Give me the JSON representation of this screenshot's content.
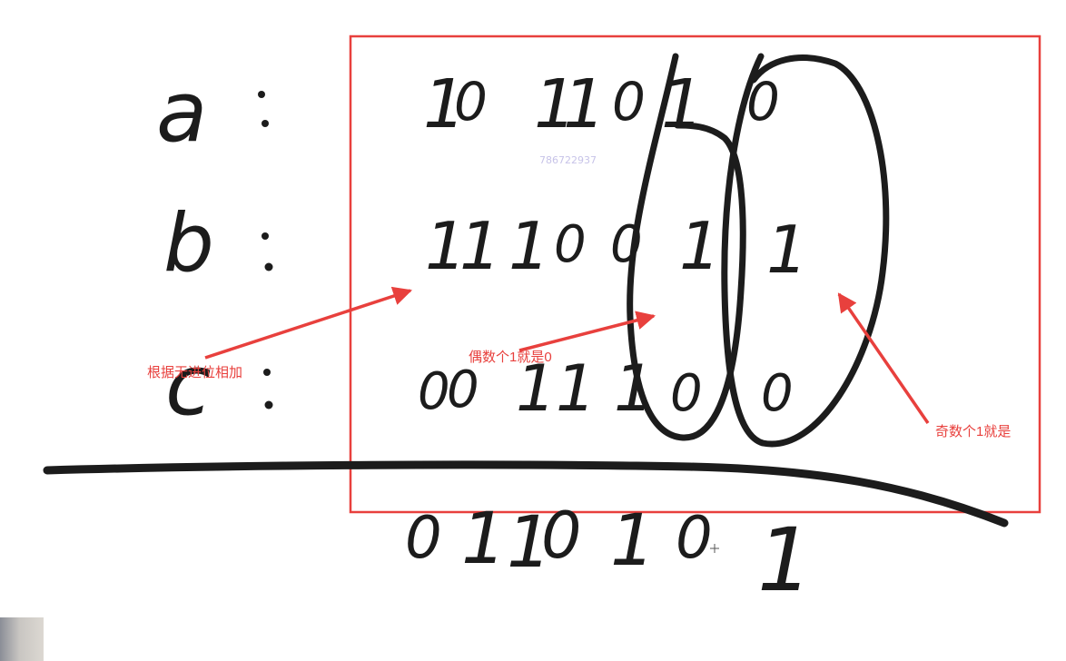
{
  "colors": {
    "annotation": "#e8403d",
    "ink": "#1c1c1c",
    "watermark": "#c7c3e8"
  },
  "board": {
    "row_labels": [
      "a",
      "b",
      "c"
    ],
    "colon": ":",
    "row_a_digits": [
      "1",
      "0",
      "1",
      "1",
      "0",
      "1",
      "0"
    ],
    "row_b_digits": [
      "1",
      "1",
      "1",
      "0",
      "0",
      "1",
      "1"
    ],
    "row_c_digits": [
      "0",
      "0",
      "1",
      "1",
      "1",
      "0",
      "0"
    ],
    "result_digits": [
      "0",
      "1",
      "1",
      "0",
      "1",
      "0",
      "1"
    ]
  },
  "annotations": {
    "no_carry_add": "根据无进位相加",
    "even_ones_zero": "偶数个1就是0",
    "odd_ones": "奇数个1就是"
  },
  "watermark": "786722937"
}
